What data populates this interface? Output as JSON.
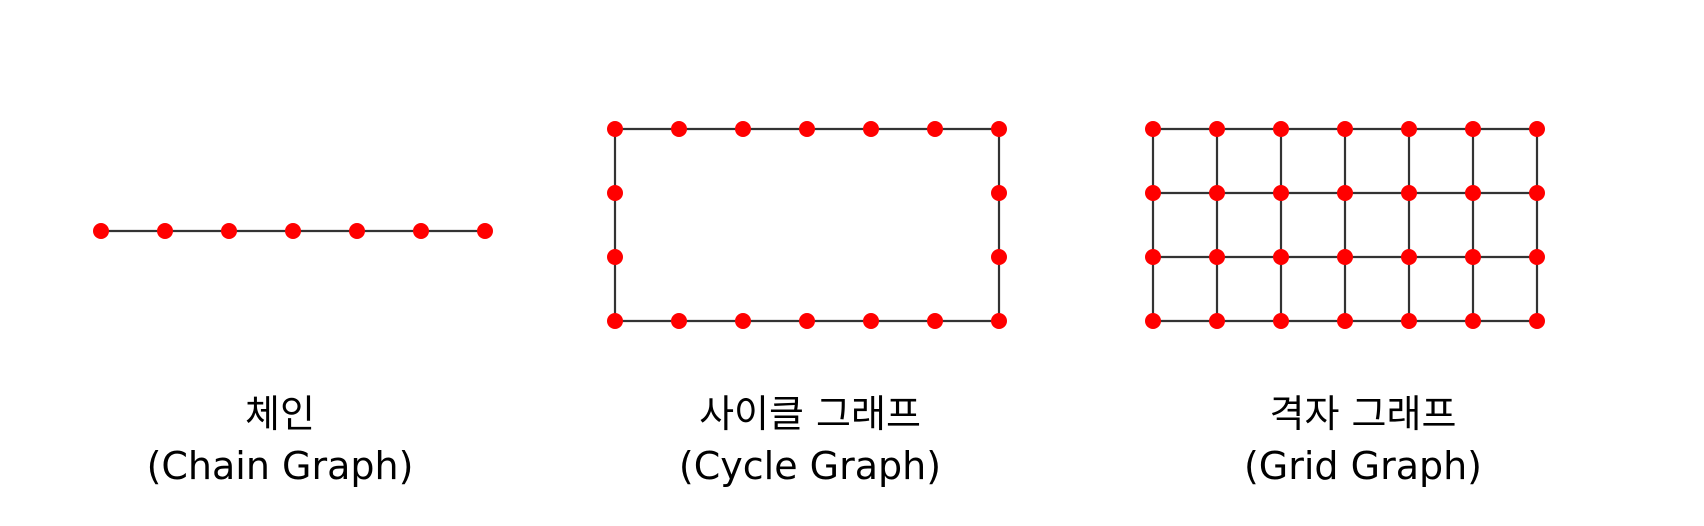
{
  "colors": {
    "node": "#ff0000",
    "edge": "#333333",
    "background": "#ffffff"
  },
  "panels": [
    {
      "id": "chain",
      "type": "chain",
      "nodes": 7,
      "label_ko": "체인",
      "label_en": "(Chain Graph)"
    },
    {
      "id": "cycle",
      "type": "cycle",
      "columns": 7,
      "rows": 4,
      "label_ko": "사이클 그래프",
      "label_en": "(Cycle Graph)"
    },
    {
      "id": "grid",
      "type": "grid",
      "columns": 7,
      "rows": 4,
      "label_ko": "격자 그래프",
      "label_en": "(Grid Graph)"
    }
  ]
}
